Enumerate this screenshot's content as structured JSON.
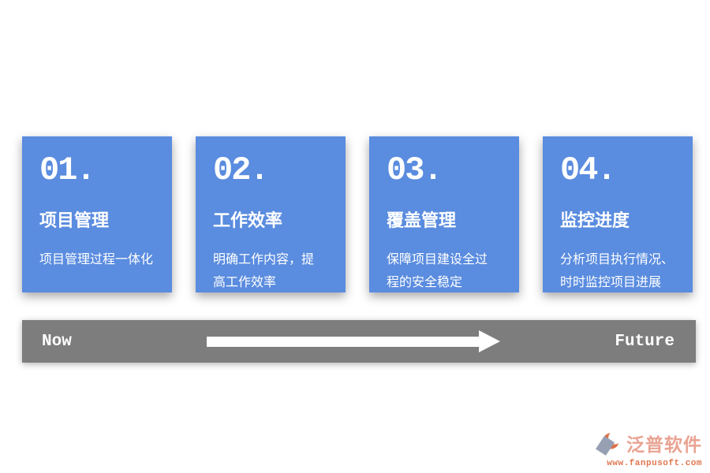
{
  "cards": [
    {
      "number": "01.",
      "title": "项目管理",
      "desc_lines": [
        "项目管理过程一体化"
      ]
    },
    {
      "number": "02.",
      "title": "工作效率",
      "desc_lines": [
        "明确工作内容，提",
        "高工作效率"
      ]
    },
    {
      "number": "03.",
      "title": "覆盖管理",
      "desc_lines": [
        "保障项目建设全过",
        "程的安全稳定"
      ]
    },
    {
      "number": "04.",
      "title": "监控进度",
      "desc_lines": [
        "分析项目执行情况、",
        "时时监控项目进展"
      ]
    }
  ],
  "timeline": {
    "now_label": "Now",
    "future_label": "Future"
  },
  "logo": {
    "brand": "泛普软件",
    "website": "www.fanpusoft.com"
  },
  "colors": {
    "card_blue": "#5A8CDF",
    "bar_gray": "#7D7D7D",
    "card_text": "#FFFFFF",
    "brand_text": "#E9A392",
    "url_text": "#E0764F",
    "logo_orange": "#E0714B",
    "logo_gray": "#97A0B2"
  }
}
